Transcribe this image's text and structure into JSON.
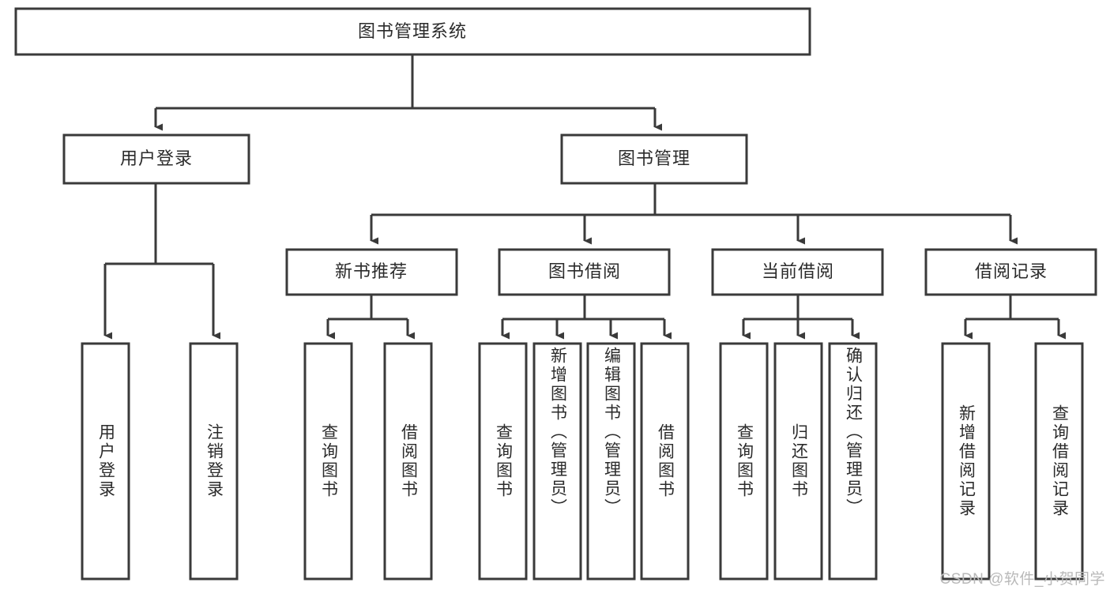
{
  "diagram": {
    "title": "图书管理系统",
    "type": "tree",
    "watermark": "CSDN @软件_小贺同学",
    "colors": {
      "stroke": "#3a3a3a",
      "fill": "#ffffff",
      "text": "#2b2b2b",
      "watermark": "#b9b9b9",
      "background": "#ffffff"
    },
    "root": {
      "label": "图书管理系统"
    },
    "level2": [
      {
        "label": "用户登录"
      },
      {
        "label": "图书管理"
      }
    ],
    "level3": [
      {
        "label": "新书推荐"
      },
      {
        "label": "图书借阅"
      },
      {
        "label": "当前借阅"
      },
      {
        "label": "借阅记录"
      }
    ],
    "leaves": {
      "user_login": [
        {
          "label": "用户登录"
        },
        {
          "label": "注销登录"
        }
      ],
      "new_book": [
        {
          "label": "查询图书"
        },
        {
          "label": "借阅图书"
        }
      ],
      "book_borrow": [
        {
          "label": "查询图书"
        },
        {
          "label": "新增图书（管理员）"
        },
        {
          "label": "编辑图书（管理员）"
        },
        {
          "label": "借阅图书"
        }
      ],
      "current_borrow": [
        {
          "label": "查询图书"
        },
        {
          "label": "归还图书"
        },
        {
          "label": "确认归还（管理员）"
        }
      ],
      "borrow_record": [
        {
          "label": "新增借阅记录"
        },
        {
          "label": "查询借阅记录"
        }
      ]
    }
  }
}
